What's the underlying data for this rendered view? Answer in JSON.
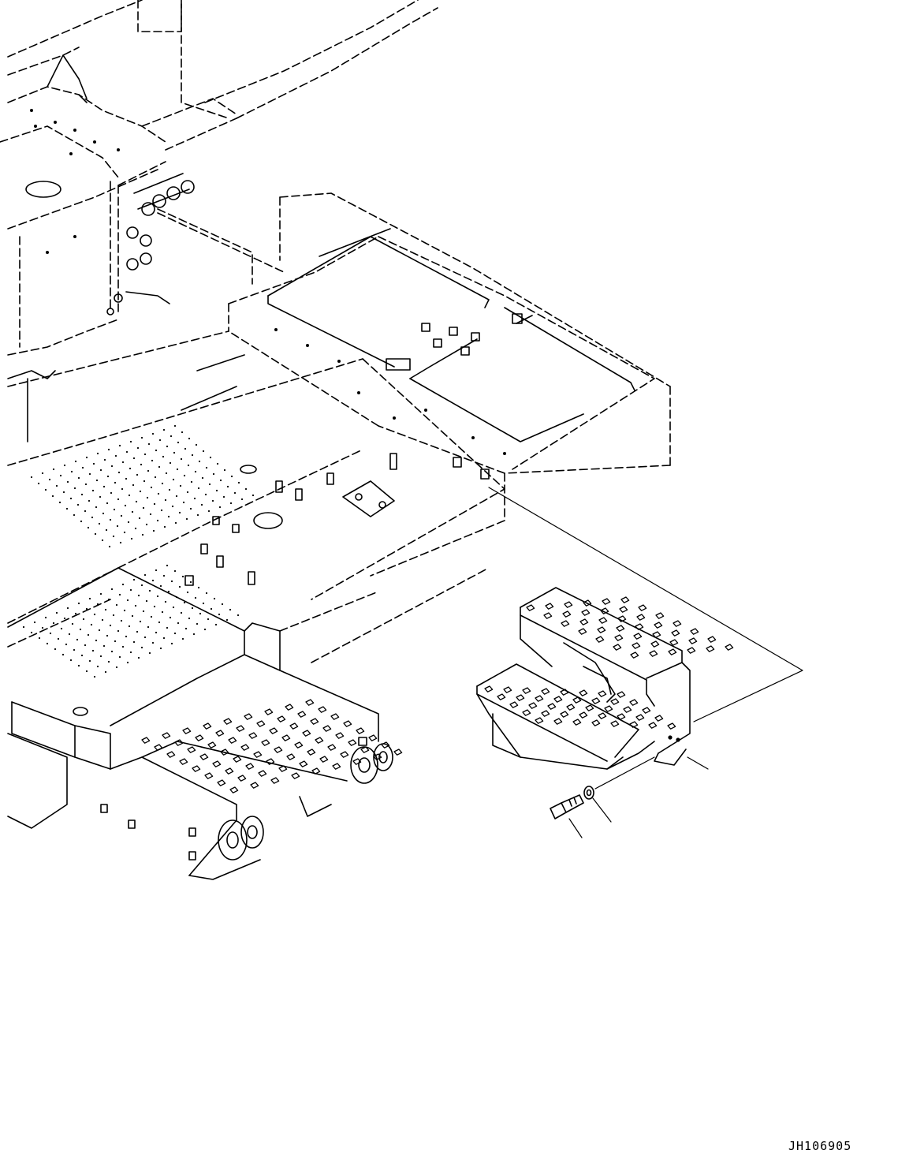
{
  "drawing": {
    "code": "JH106905",
    "line_color": "#000000",
    "background": "#ffffff"
  },
  "parts": [
    {
      "name": "step-assembly",
      "leader": true
    },
    {
      "name": "washer",
      "leader": true
    },
    {
      "name": "bolt",
      "leader": true
    }
  ]
}
